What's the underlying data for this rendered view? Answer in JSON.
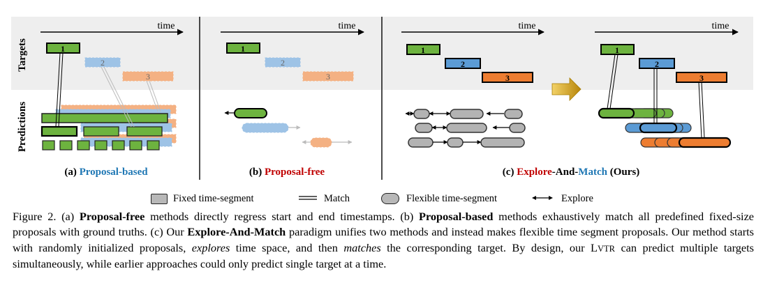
{
  "rows": {
    "targets": "Targets",
    "predictions": "Predictions"
  },
  "time_label": "time",
  "target_labels": [
    "1",
    "2",
    "3"
  ],
  "panels": {
    "a": {
      "prefix": "(a) ",
      "name": "Proposal-based"
    },
    "b": {
      "prefix": "(b) ",
      "name": "Proposal-free"
    },
    "c": {
      "prefix": "(c) ",
      "explore": "Explore",
      "dash1": "-",
      "and": "And",
      "dash2": "-",
      "match": "Match",
      "suffix": " (Ours)"
    }
  },
  "legend": {
    "fixed": "Fixed time-segment",
    "match": "Match",
    "flexible": "Flexible time-segment",
    "explore": "Explore"
  },
  "caption": {
    "p1": "Figure 2.  (a) ",
    "b1": "Proposal-free",
    "p2": " methods directly regress start and end timestamps. (b) ",
    "b2": "Proposal-based",
    "p3": " methods exhaustively match all predefined fixed-size proposals with ground truths. (c) Our ",
    "b3": "Explore-And-Match",
    "p4": " paradigm unifies two methods and instead makes flexible time segment proposals. Our method starts with randomly initialized proposals, ",
    "i1": "explores",
    "p5": " time space, and then ",
    "i2": "matches",
    "p6": " the corresponding target. By design, our L",
    "sc": "VTR",
    "p7": " can predict multiple targets simultaneously, while earlier approaches could only predict single target at a time."
  },
  "colors": {
    "green": "#6db33f",
    "blue": "#5b9bd5",
    "orange": "#ed7d31",
    "gray": "#b3b3b3",
    "band": "#eeeeee",
    "title_blue": "#1f77b4",
    "title_red": "#c00000",
    "arrow_gold": "#d4a017"
  }
}
